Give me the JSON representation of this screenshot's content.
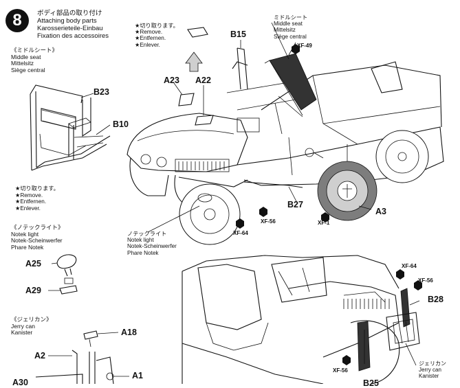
{
  "step": {
    "number": "8",
    "title_jp": "ボディ部品の取り付け",
    "title_en": "Attaching body parts",
    "title_de": "Karosserieteile-Einbau",
    "title_fr": "Fixation des accessoires"
  },
  "remove_note": {
    "jp": "★切り取ります。",
    "en": "★Remove.",
    "de": "★Entfernen.",
    "fr": "★Enlever."
  },
  "middle_seat_section": {
    "jp": "《ミドルシート》",
    "en": "Middle seat",
    "de": "Mittelsitz",
    "fr": "Siège central"
  },
  "notek_section": {
    "jp": "《ノテックライト》",
    "en": "Notek light",
    "de": "Notek-Scheinwerfer",
    "fr": "Phare Notek"
  },
  "jerrycan_section": {
    "jp": "《ジェリカン》",
    "en": "Jerry can",
    "de": "Kanister"
  },
  "middle_seat_callout": {
    "jp": "ミドルシート",
    "en": "Middle seat",
    "de": "Mittelsitz",
    "fr": "Siège central"
  },
  "notek_callout": {
    "jp": "ノテックライト",
    "en": "Notek light",
    "de": "Notek-Scheinwerfer",
    "fr": "Phare Notek"
  },
  "jerrycan_callout": {
    "jp": "ジェリカン",
    "en": "Jerry can",
    "de": "Kanister"
  },
  "parts": {
    "b23": "B23",
    "b10": "B10",
    "b15": "B15",
    "a23": "A23",
    "a22": "A22",
    "b27": "B27",
    "a3": "A3",
    "a25": "A25",
    "a29": "A29",
    "a18": "A18",
    "a2": "A2",
    "a1": "A1",
    "a30": "A30",
    "b28": "B28",
    "b25": "B25"
  },
  "paints": {
    "xf49": "XF-49",
    "xf56_a": "XF-56",
    "xf64_a": "XF-64",
    "xf1": "XF-1",
    "xf64_b": "XF-64",
    "xf56_b": "XF-56",
    "xf56_c": "XF-56"
  },
  "colors": {
    "ink": "#111111",
    "paper": "#ffffff",
    "seat_shade": "#333333"
  }
}
